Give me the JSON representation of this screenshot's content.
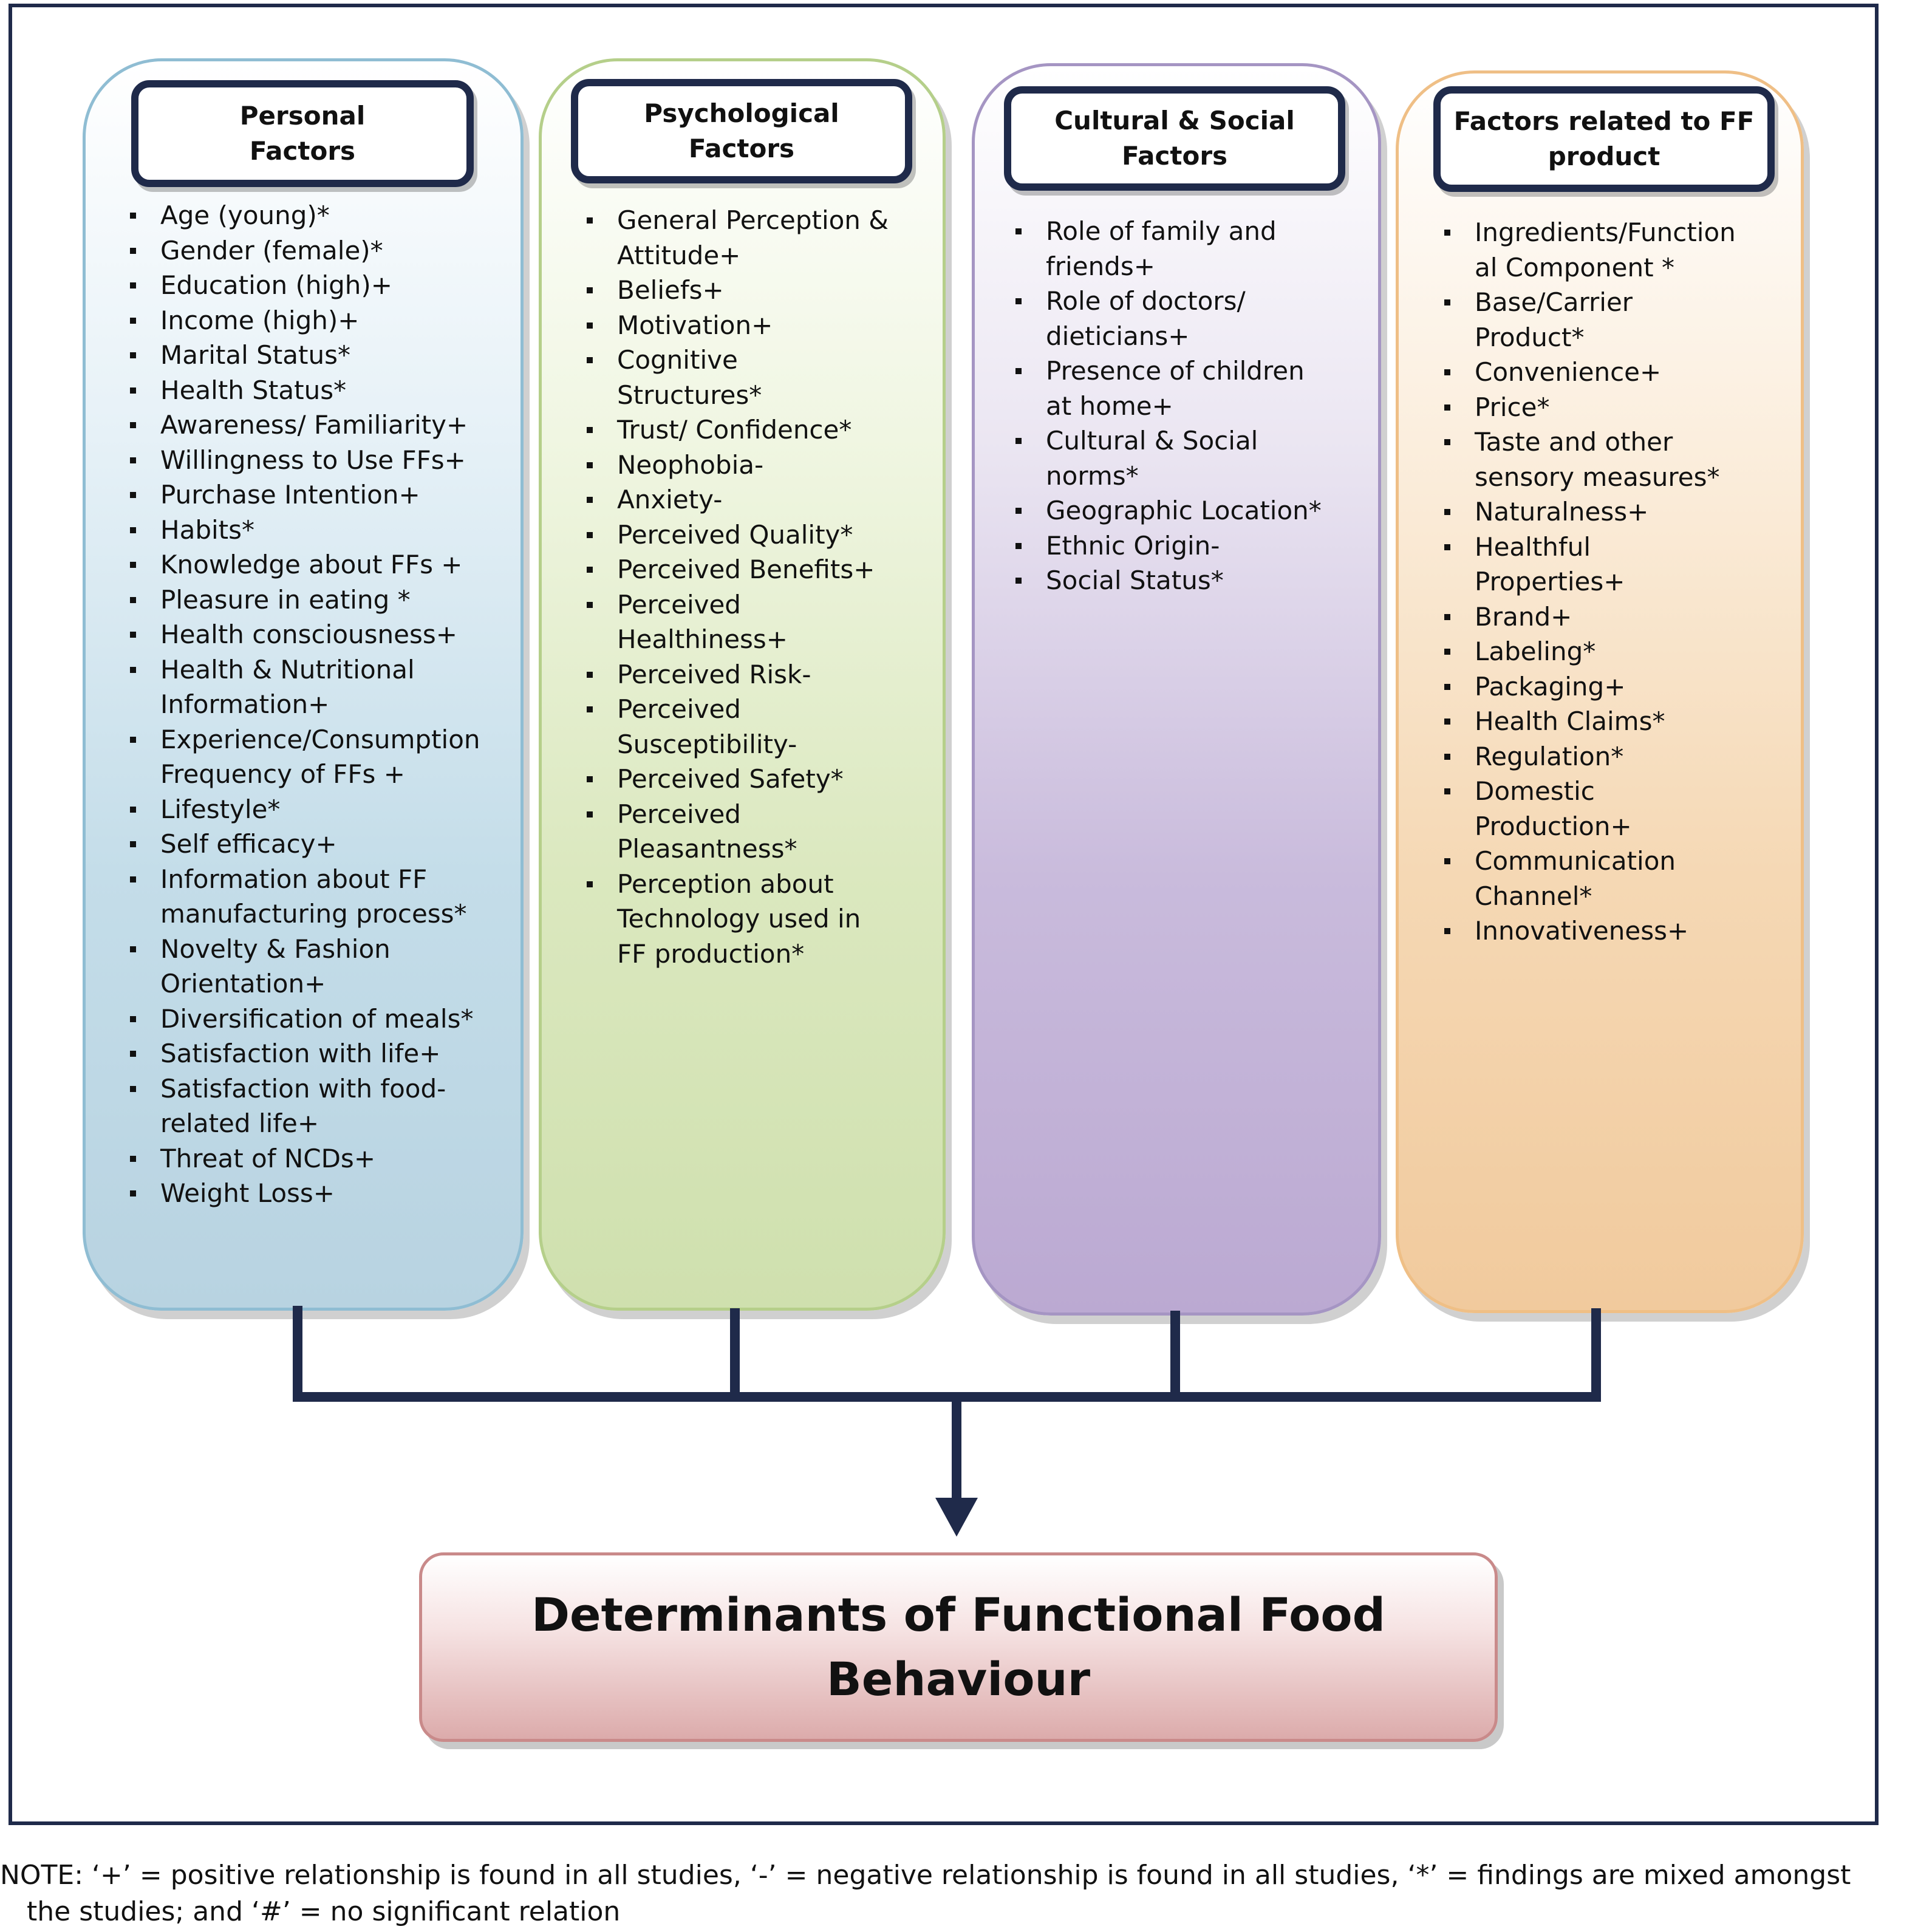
{
  "columns": {
    "personal": {
      "title": "Personal\nFactors",
      "items": [
        "Age (young)*",
        "Gender (female)*",
        "Education (high)+",
        "Income (high)+",
        "Marital Status*",
        "Health Status*",
        "Awareness/ Familiarity+",
        "Willingness to Use FFs+",
        "Purchase Intention+",
        "Habits*",
        "Knowledge about FFs +",
        "Pleasure in eating *",
        "Health consciousness+",
        "Health & Nutritional\nInformation+",
        "Experience/Consumption\nFrequency of FFs +",
        "Lifestyle*",
        "Self efficacy+",
        "Information about FF\nmanufacturing process*",
        "Novelty & Fashion\nOrientation+",
        "Diversification of meals*",
        "Satisfaction with life+",
        "Satisfaction with food-\nrelated life+",
        "Threat of NCDs+",
        "Weight Loss+"
      ]
    },
    "psychological": {
      "title": "Psychological\nFactors",
      "items": [
        "General Perception &\nAttitude+",
        "Beliefs+",
        "Motivation+",
        "Cognitive\nStructures*",
        "Trust/ Confidence*",
        "Neophobia-",
        "Anxiety-",
        "Perceived Quality*",
        "Perceived Benefits+",
        "Perceived\nHealthiness+",
        "Perceived Risk-",
        "Perceived\nSusceptibility-",
        "Perceived Safety*",
        "Perceived\nPleasantness*",
        "Perception about\nTechnology used in\nFF production*"
      ]
    },
    "cultural": {
      "title": "Cultural & Social\nFactors",
      "items": [
        "Role of family and\nfriends+",
        "Role of doctors/\ndieticians+",
        "Presence of children\nat home+",
        "Cultural & Social\nnorms*",
        "Geographic Location*",
        "Ethnic Origin-",
        "Social Status*"
      ]
    },
    "product": {
      "title": "Factors related to FF\nproduct",
      "items": [
        "Ingredients/Function\nal Component *",
        "Base/Carrier\nProduct*",
        "Convenience+",
        "Price*",
        "Taste and other\nsensory measures*",
        "Naturalness+",
        "Healthful\nProperties+",
        "Brand+",
        "Labeling*",
        "Packaging+",
        "Health Claims*",
        "Regulation*",
        "Domestic\nProduction+",
        "Communication\nChannel*",
        "Innovativeness+"
      ]
    }
  },
  "result": {
    "title": "Determinants of Functional Food\nBehaviour"
  },
  "note": {
    "line1": "NOTE: ‘+’ = positive relationship is found in all studies, ‘-’ = negative relationship is found in all studies, ‘*’ = findings are mixed amongst",
    "line2": "the studies; and ‘#’ = no significant relation"
  },
  "colors": {
    "frame": "#1f2a4a",
    "personal": "#b8d3e1",
    "psychological": "#cfe0ae",
    "cultural": "#bba9d2",
    "product": "#f1ca9d",
    "result": "#dcabab"
  }
}
